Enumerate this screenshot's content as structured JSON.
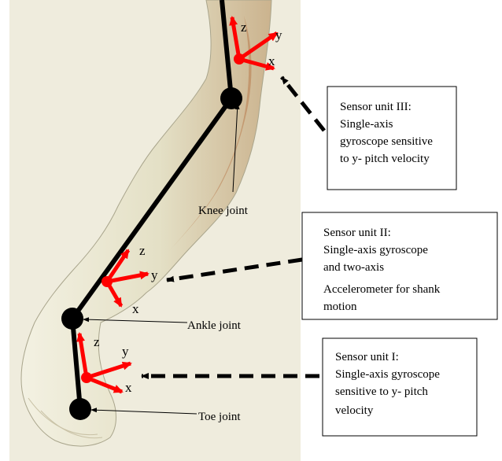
{
  "colors": {
    "skeleton": "#000000",
    "sensor_axes": "#ff0000",
    "background_panel": "#efecdd",
    "leg_skin": "#e9e6cf",
    "leg_shadow": "#b87a4c"
  },
  "joints": {
    "knee": "Knee joint",
    "ankle": "Ankle joint",
    "toe": "Toe joint"
  },
  "axis_labels": {
    "x": "x",
    "y": "y",
    "z": "z"
  },
  "sensor_units": {
    "unit3": {
      "lines": [
        "Sensor unit III:",
        "Single-axis",
        "gyroscope sensitive",
        "to y- pitch velocity"
      ]
    },
    "unit2": {
      "lines": [
        "Sensor unit II:",
        "Single-axis gyroscope",
        "and two-axis",
        "Accelerometer for shank",
        "motion"
      ]
    },
    "unit1": {
      "lines": [
        "Sensor unit I:",
        "Single-axis gyroscope",
        "sensitive to y- pitch",
        "velocity"
      ]
    }
  }
}
